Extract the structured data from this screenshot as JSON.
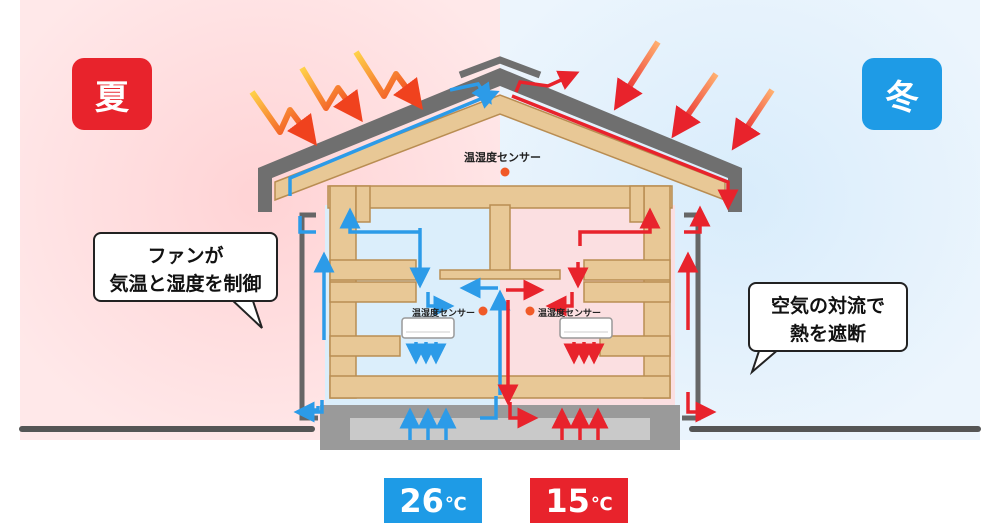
{
  "summer": {
    "label": "夏",
    "color": "#e8232c"
  },
  "winter": {
    "label": "冬",
    "color": "#1e9be6"
  },
  "callout_left": {
    "line1": "ファンが",
    "line2": "気温と湿度を制御"
  },
  "callout_right": {
    "line1": "空気の対流で",
    "line2": "熱を遮断"
  },
  "sensors": {
    "top": "温湿度センサー",
    "left": "温湿度センサー",
    "right": "温湿度センサー"
  },
  "temps": {
    "left": {
      "value": "26",
      "unit": "℃",
      "color": "#1e9be6"
    },
    "right": {
      "value": "15",
      "unit": "℃",
      "color": "#e8232c"
    }
  },
  "colors": {
    "wood": "#e8c896",
    "wood_edge": "#b98d52",
    "cool_air": "#2c9be8",
    "warm_air": "#e8232c"
  }
}
